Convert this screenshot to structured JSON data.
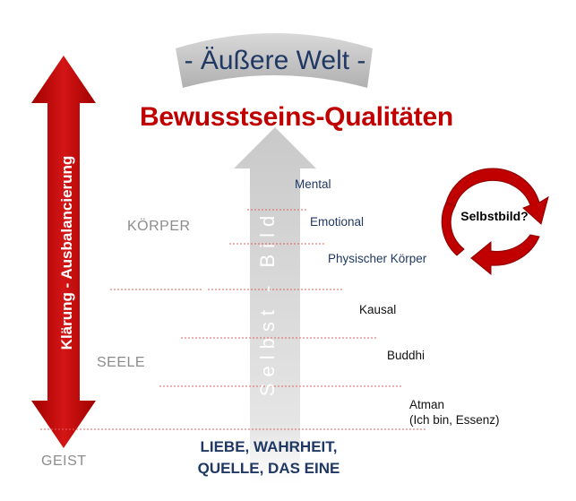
{
  "header": {
    "outer_world": "- Äußere Welt -"
  },
  "title": "Bewusstseins-Qualitäten",
  "vertical_arrow": {
    "label": "Klärung - Ausbalancierung"
  },
  "center_arrow": {
    "label": "Selbst - Bild"
  },
  "layers": {
    "body": "KÖRPER",
    "soul": "SEELE",
    "spirit": "GEIST"
  },
  "levels": {
    "mental": "Mental",
    "emotional": "Emotional",
    "physical": "Physischer  Körper",
    "causal": "Kausal",
    "buddhi": "Buddhi",
    "atman": "Atman",
    "atman_sub": "(Ich bin, Essenz)"
  },
  "source": {
    "line1": "LIEBE, WAHRHEIT,",
    "line2": "QUELLE, DAS EINE"
  },
  "cycle": {
    "label": "Selbstbild?"
  },
  "colors": {
    "red": "#c00000",
    "navy": "#1f3864",
    "gray": "#bfbfbf",
    "divider": "#e06060"
  }
}
